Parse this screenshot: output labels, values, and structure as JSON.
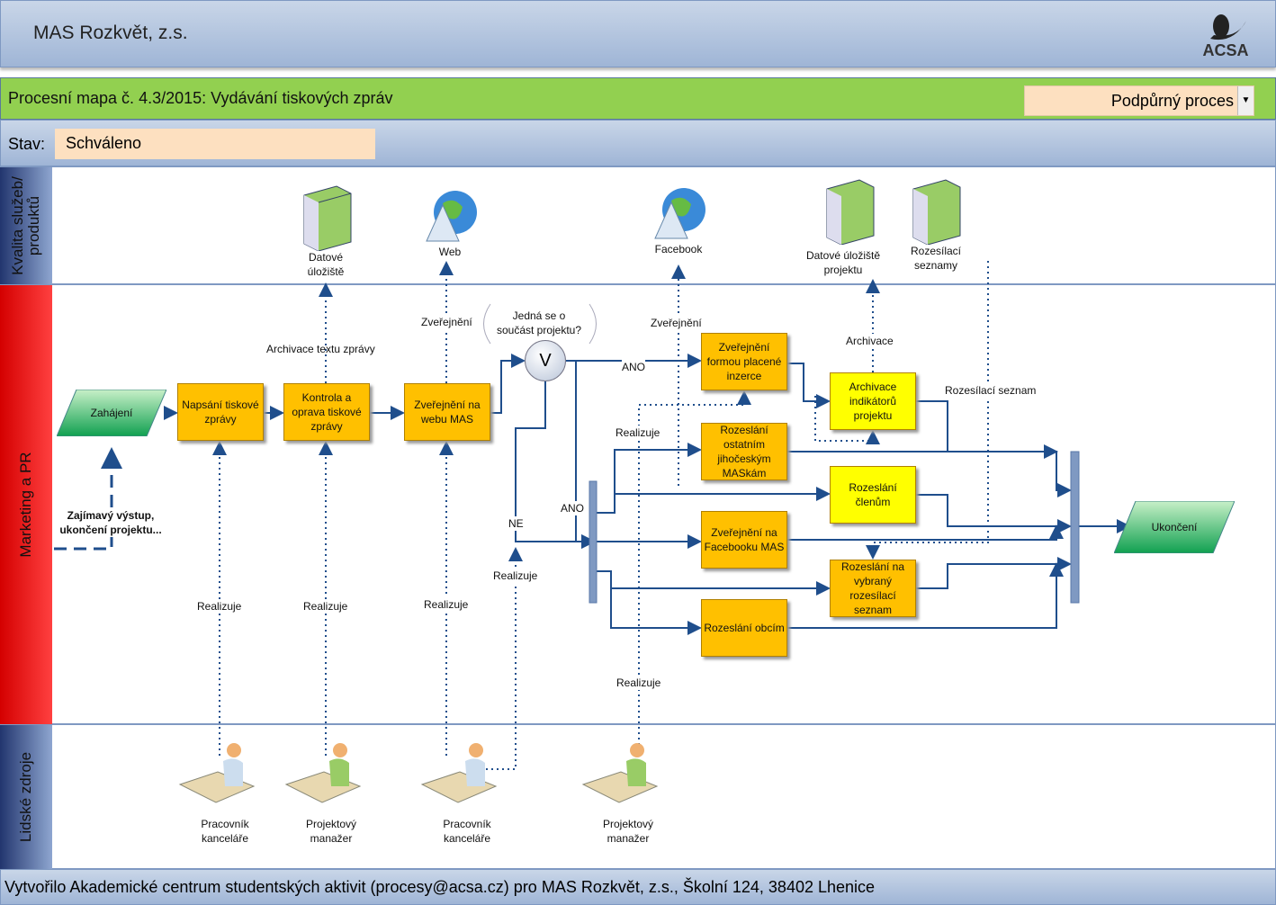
{
  "header": {
    "org": "MAS Rozkvět, z.s.",
    "logo": "ACSA"
  },
  "titlebar": {
    "title": "Procesní mapa č. 4.3/2015: Vydávání tiskových zpráv",
    "process_type": "Podpůrný proces"
  },
  "status": {
    "label": "Stav:",
    "value": "Schváleno"
  },
  "lanes": {
    "quality": "Kvalita služeb/ produktů",
    "marketing": "Marketing a PR",
    "hr": "Lidské zdroje"
  },
  "resources": {
    "storage": "Datové úložiště",
    "web": "Web",
    "facebook": "Facebook",
    "project_storage": "Datové úložiště projektu",
    "mailing_lists": "Rozesílací seznamy"
  },
  "nodes": {
    "start": "Zahájení",
    "write": "Napsání tiskové zprávy",
    "check": "Kontrola a oprava tiskové zprávy",
    "publish_web": "Zveřejnění na webu MAS",
    "gateway": "V",
    "gateway_q": "Jedná se o součást projektu?",
    "paid_ad": "Zveřejnění formou placené inzerce",
    "archive_ind": "Archivace indikátorů projektu",
    "send_mas": "Rozeslání ostatním jihočeským MASkám",
    "send_members": "Rozeslání členům",
    "publish_fb": "Zveřejnění na Facebooku MAS",
    "send_list": "Rozeslání na vybraný rozesílací seznam",
    "send_towns": "Rozeslání obcím",
    "end": "Ukončení"
  },
  "edge_labels": {
    "archive_text": "Archivace textu zprávy",
    "publish1": "Zveřejnění",
    "publish2": "Zveřejnění",
    "archive": "Archivace",
    "mailing": "Rozesílací seznam",
    "yes1": "ANO",
    "yes2": "ANO",
    "no": "NE",
    "trigger": "Zajímavý výstup, ukončení projektu...",
    "realizes": [
      "Realizuje",
      "Realizuje",
      "Realizuje",
      "Realizuje",
      "Realizuje",
      "Realizuje"
    ]
  },
  "people": [
    {
      "role": "Pracovník kanceláře"
    },
    {
      "role": "Projektový manažer"
    },
    {
      "role": "Pracovník kanceláře"
    },
    {
      "role": "Projektový manažer"
    }
  ],
  "colors": {
    "task": "#ffc000",
    "task_alt": "#ffff00",
    "flow": "#1f4e8c",
    "titlebar": "#92d050"
  }
}
